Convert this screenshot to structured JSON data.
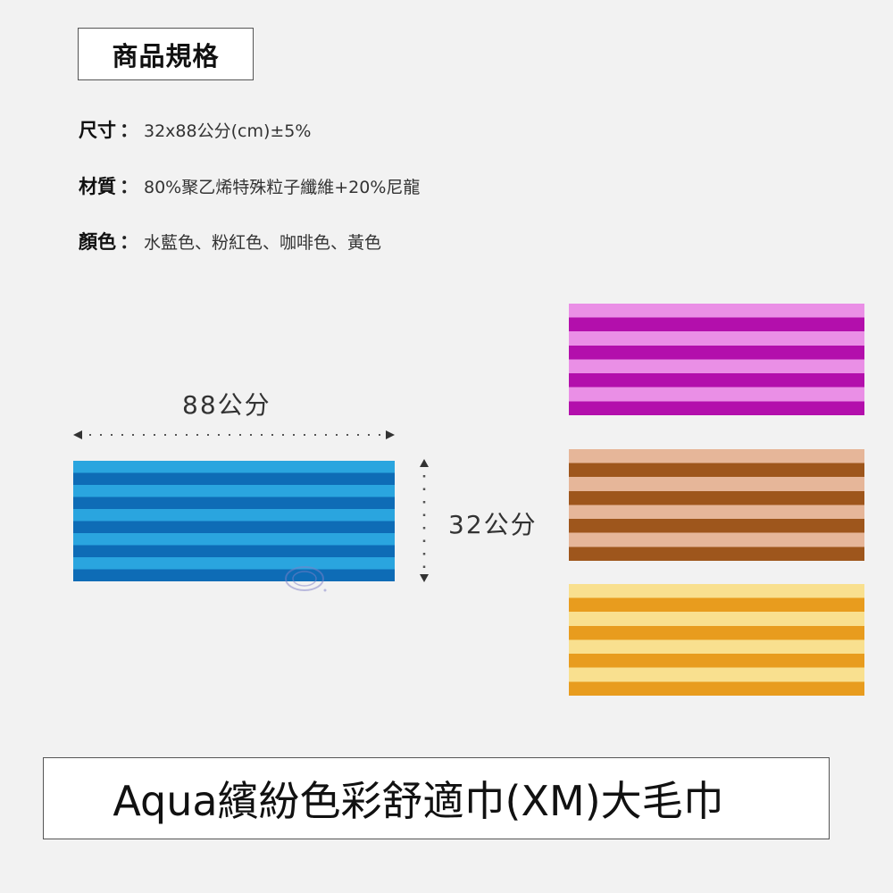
{
  "heading": {
    "label": "商品規格"
  },
  "specs": [
    {
      "label": "尺寸",
      "colon": "：",
      "value": "32x88公分(cm)±5%"
    },
    {
      "label": "材質",
      "colon": "：",
      "value": "80%聚乙烯特殊粒子纖維+20%尼龍"
    },
    {
      "label": "顏色",
      "colon": "：",
      "value": "水藍色、粉紅色、咖啡色、黃色"
    }
  ],
  "dimensions": {
    "width_label": "88公分",
    "height_label": "32公分"
  },
  "towels": [
    {
      "name": "水藍色",
      "light": "#2aa5df",
      "dark": "#0e6cb6",
      "stripes": 5
    },
    {
      "name": "粉紅色",
      "light": "#ea8fe6",
      "dark": "#b30fac",
      "stripes": 4
    },
    {
      "name": "咖啡色",
      "light": "#e6b699",
      "dark": "#9e561c",
      "stripes": 4
    },
    {
      "name": "黃色",
      "light": "#f9e08f",
      "dark": "#e89c1e",
      "stripes": 4
    }
  ],
  "watermark": {
    "icon": "brand-logo-watermark-icon",
    "color": "#8080c8"
  },
  "product_title": "Aqua繽紛色彩舒適巾(XM)大毛巾",
  "colors": {
    "background": "#f2f2f2",
    "box_border": "#555555",
    "text": "#222222"
  }
}
